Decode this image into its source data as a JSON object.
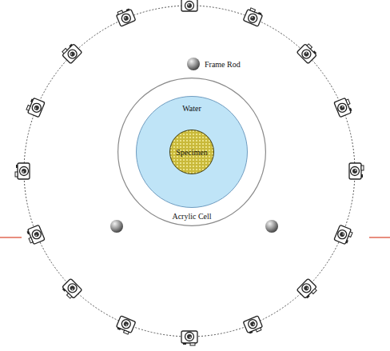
{
  "diagram": {
    "nodes": [
      {
        "text": [
          "Acrylic Cell"
        ]
      },
      {
        "text": [
          "Water"
        ],
        "in": 0
      },
      {
        "text": [
          "Specimen"
        ],
        "in": 1
      }
    ],
    "labels": [
      "Frame Rod"
    ]
  }
}
